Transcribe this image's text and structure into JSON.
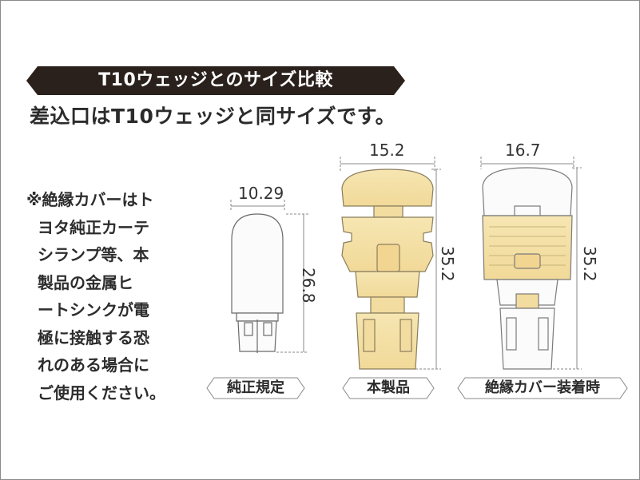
{
  "header": {
    "title": "T10ウェッジとのサイズ比較",
    "subtitle": "差込口はT10ウェッジと同サイズです。"
  },
  "note": {
    "lines": [
      "※絶縁カバーはト",
      "ヨタ純正カーテ",
      "シランプ等、本",
      "製品の金属ヒ",
      "ートシンクが電",
      "極に接触する恐",
      "れのある場合に",
      "ご使用ください。"
    ]
  },
  "bulbs": {
    "genuine": {
      "width": "10.29",
      "height": "26.8",
      "label": "純正規定"
    },
    "product": {
      "width": "15.2",
      "height": "35.2",
      "label": "本製品"
    },
    "covered": {
      "width": "16.7",
      "height": "35.2",
      "label": "絶縁カバー装着時"
    }
  },
  "colors": {
    "title_band": "#2a211c",
    "bulb_gold": "#f4dfa3",
    "outline": "#5c5c5c"
  }
}
